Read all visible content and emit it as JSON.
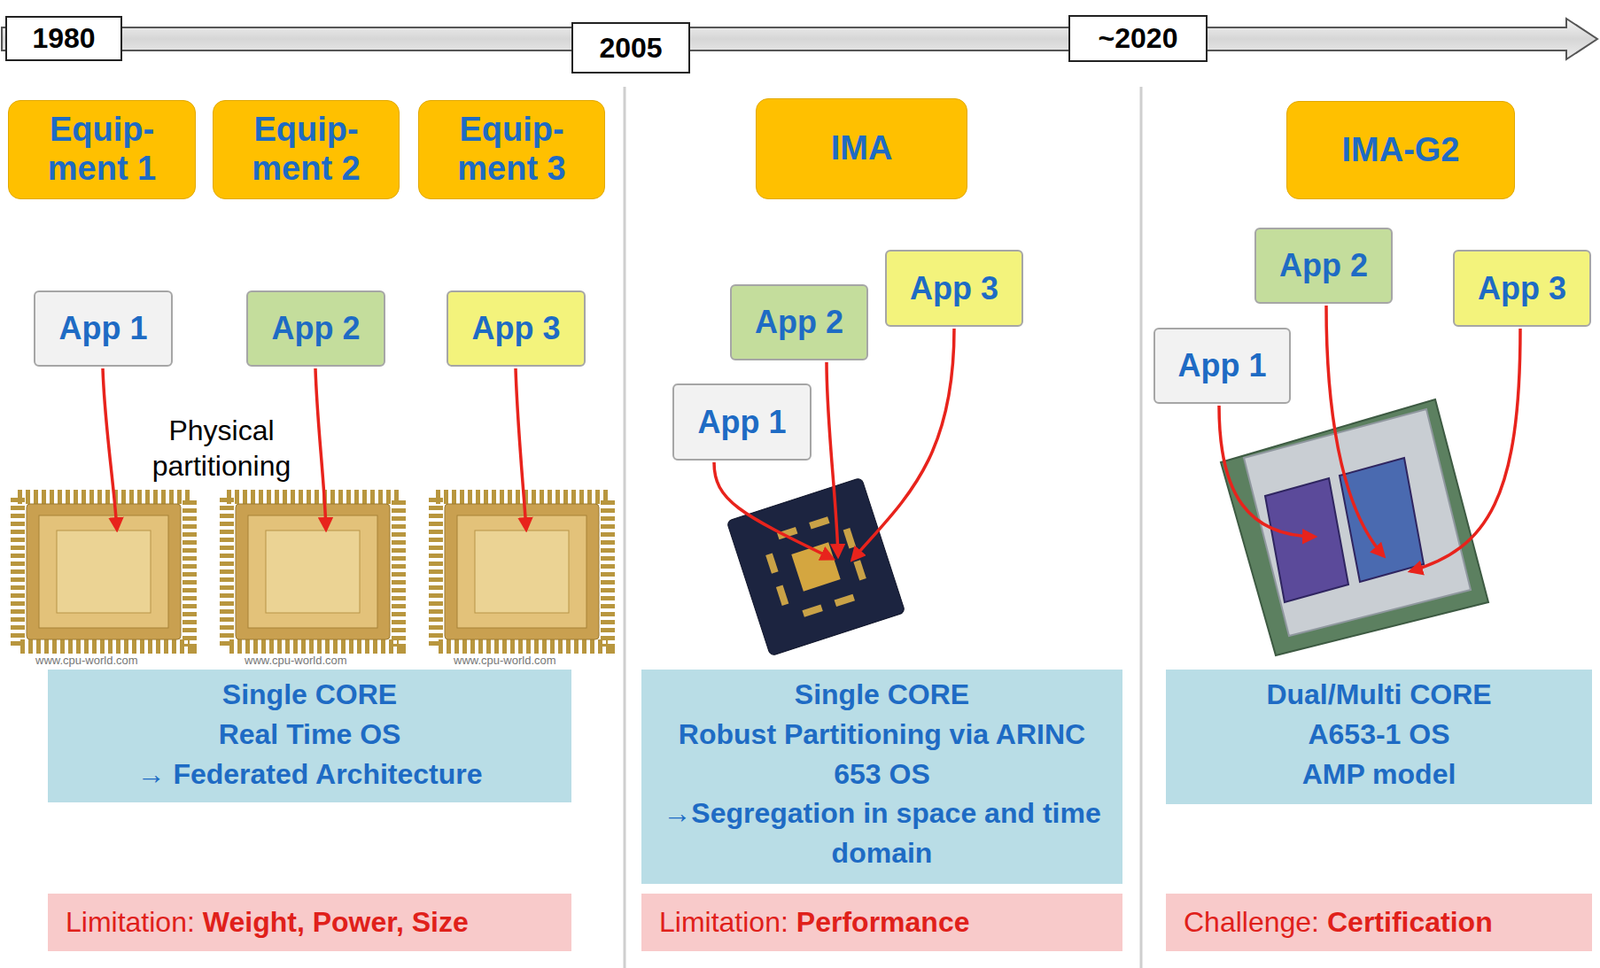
{
  "diagram": {
    "nodes": [
      {
        "text": [
          "1980"
        ]
      },
      {
        "text": [
          "2005"
        ]
      },
      {
        "text": [
          "~2020"
        ]
      },
      {
        "text": [
          "Equip- ment 1"
        ]
      },
      {
        "text": [
          "Equip- ment 2"
        ]
      },
      {
        "text": [
          "Equip- ment 3"
        ]
      },
      {
        "text": [
          "App 1"
        ]
      },
      {
        "text": [
          "App 2"
        ]
      },
      {
        "text": [
          "App 3"
        ]
      },
      {
        "text": [
          "Single CORE",
          "Real Time OS",
          "→ Federated Architecture"
        ]
      },
      {
        "text": [
          "Limitation:",
          "Weight, Power, Size"
        ]
      },
      {
        "text": [
          "IMA"
        ]
      },
      {
        "text": [
          "App 1"
        ]
      },
      {
        "text": [
          "App 2"
        ]
      },
      {
        "text": [
          "App 3"
        ]
      },
      {
        "text": [
          "Single CORE",
          "Robust Partitioning via ARINC 653 OS",
          "→Segregation in space and time domain"
        ]
      },
      {
        "text": [
          "Limitation:",
          "Performance"
        ]
      },
      {
        "text": [
          "IMA-G2"
        ]
      },
      {
        "text": [
          "App 1"
        ]
      },
      {
        "text": [
          "App 2"
        ]
      },
      {
        "text": [
          "App 3"
        ]
      },
      {
        "text": [
          "Dual/Multi CORE",
          "A653-1 OS",
          "AMP model"
        ]
      },
      {
        "text": [
          "Challenge:",
          "Certification"
        ]
      }
    ],
    "labels": [
      "Physical partitioning",
      "www.cpu-world.com",
      "www.cpu-world.com",
      "www.cpu-world.com"
    ]
  }
}
